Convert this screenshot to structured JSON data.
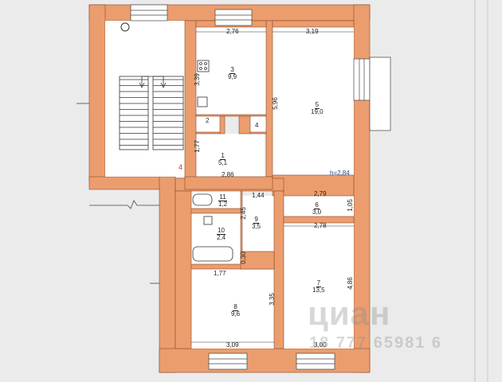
{
  "colors": {
    "wall": "#ec9d6e",
    "wall_stroke": "#8a4a2a",
    "floor": "#ffffff",
    "paper": "#ecebec",
    "red_mark": "#c0392b"
  },
  "rooms": [
    {
      "num": "1",
      "area": "5,1"
    },
    {
      "num": "2",
      "area": ""
    },
    {
      "num": "3",
      "area": "9,9"
    },
    {
      "num": "4",
      "area": ""
    },
    {
      "num": "5",
      "area": "19,0"
    },
    {
      "num": "6",
      "area": "3,0"
    },
    {
      "num": "7",
      "area": "13,5"
    },
    {
      "num": "8",
      "area": "9,6"
    },
    {
      "num": "9",
      "area": "3,5"
    },
    {
      "num": "10",
      "area": "2,4"
    },
    {
      "num": "11",
      "area": "1,2"
    }
  ],
  "dimensions": {
    "d_2_76": "2,76",
    "d_3_19": "3,19",
    "d_3_39": "3,39",
    "d_5_96": "5,96",
    "d_1_77_v": "1,77",
    "d_2_86": "2,86",
    "d_h": "h=2,84",
    "d_1_44": "1,44",
    "d_2_79": "2,79",
    "d_1_05": "1,05",
    "d_2_45": "2,45",
    "d_2_78": "2,78",
    "d_4_86": "4,86",
    "d_0_30": "0,30",
    "d_1_77_h": "1,77",
    "d_3_35": "3,35",
    "d_3_09": "3,09",
    "d_3_00": "3,00"
  },
  "marks": {
    "red_number": "4"
  },
  "watermark": {
    "brand": "циан",
    "code": "18 777 65981 6"
  }
}
